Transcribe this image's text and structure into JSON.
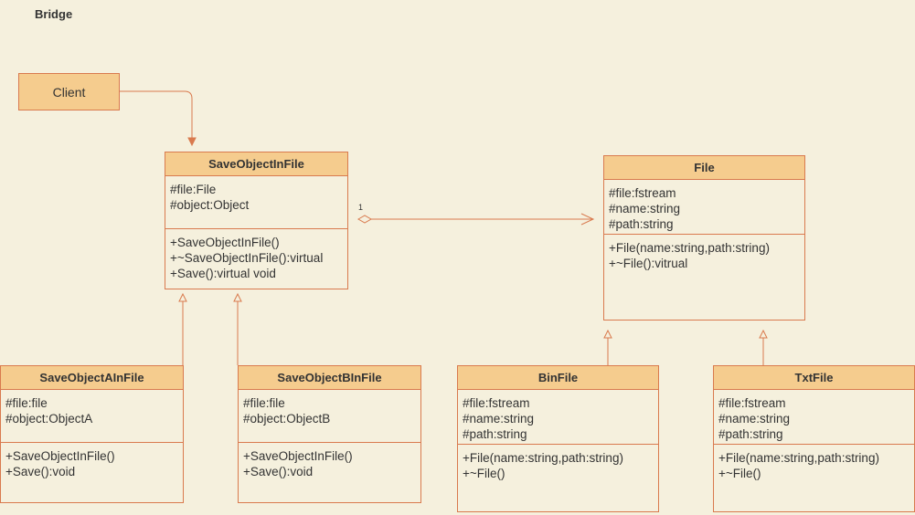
{
  "title": "Bridge",
  "client": {
    "label": "Client"
  },
  "multiplicity": "1",
  "classes": {
    "save_object_in_file": {
      "name": "SaveObjectInFile",
      "fields": [
        "#file:File",
        "#object:Object"
      ],
      "methods": [
        "+SaveObjectInFile()",
        "+~SaveObjectInFile():virtual",
        "+Save():virtual void"
      ]
    },
    "file": {
      "name": "File",
      "fields": [
        "#file:fstream",
        "#name:string",
        "#path:string"
      ],
      "methods": [
        "+File(name:string,path:string)",
        "+~File():vitrual"
      ]
    },
    "save_object_a": {
      "name": "SaveObjectAInFile",
      "fields": [
        "#file:file",
        "#object:ObjectA"
      ],
      "methods": [
        "+SaveObjectInFile()",
        "+Save():void"
      ]
    },
    "save_object_b": {
      "name": "SaveObjectBInFile",
      "fields": [
        "#file:file",
        "#object:ObjectB"
      ],
      "methods": [
        "+SaveObjectInFile()",
        "+Save():void"
      ]
    },
    "bin_file": {
      "name": "BinFile",
      "fields": [
        "#file:fstream",
        "#name:string",
        "#path:string"
      ],
      "methods": [
        "+File(name:string,path:string)",
        "+~File()"
      ]
    },
    "txt_file": {
      "name": "TxtFile",
      "fields": [
        "#file:fstream",
        "#name:string",
        "#path:string"
      ],
      "methods": [
        "+File(name:string,path:string)",
        "+~File()"
      ]
    }
  },
  "colors": {
    "stroke": "#d97a4e",
    "fill": "#f5cc8e",
    "background": "#f5f0dd"
  }
}
